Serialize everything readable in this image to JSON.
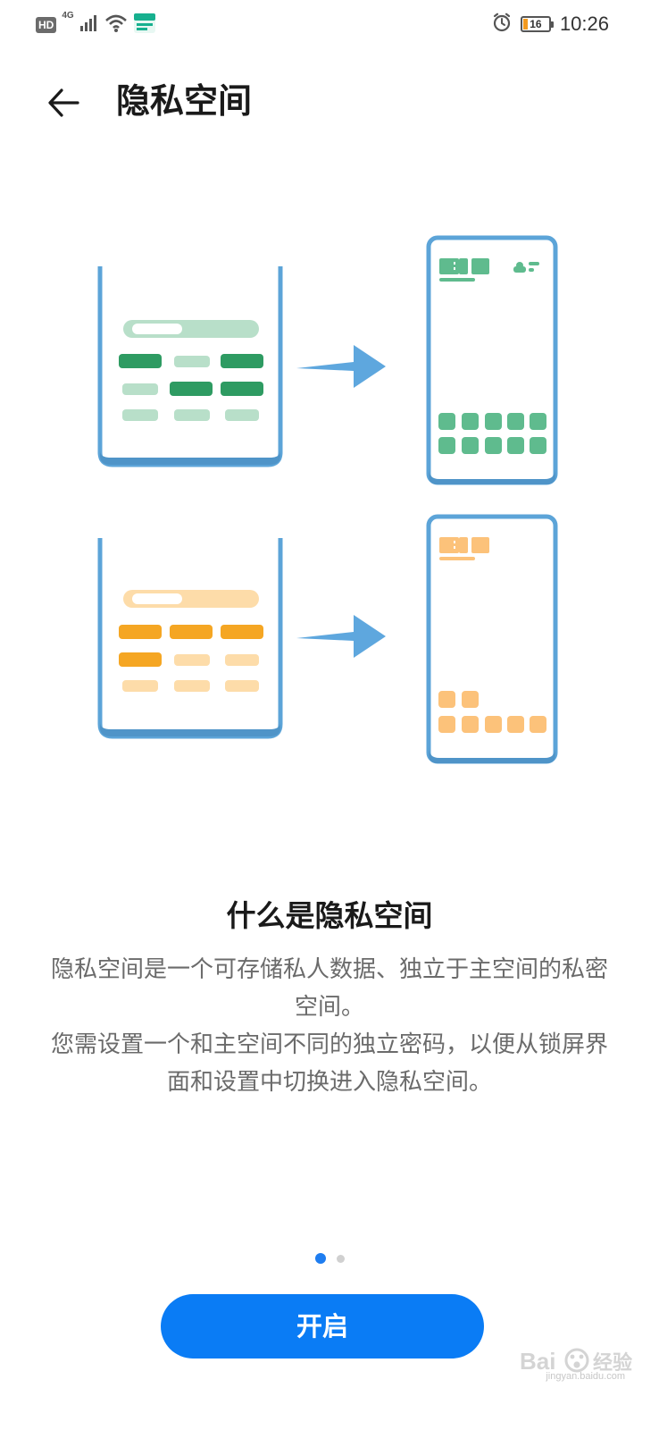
{
  "status_bar": {
    "hd_label": "HD",
    "network_label": "4G",
    "battery_level": "16",
    "time": "10:26",
    "icons": [
      "signal-icon",
      "wifi-icon",
      "app-notification-icon",
      "alarm-icon",
      "battery-icon"
    ]
  },
  "header": {
    "title": "隐私空间",
    "back_icon": "back-arrow-icon"
  },
  "illustration": {
    "green_color": "#2e9b62",
    "green_light": "#b8dfc9",
    "orange_color": "#f5a623",
    "orange_light": "#fddca9",
    "frame_color": "#6aa9d8",
    "arrow_color": "#5ea7de"
  },
  "info": {
    "title": "什么是隐私空间",
    "description": [
      "隐私空间是一个可存储私人数据、独立于主空间的私密空间。",
      "您需设置一个和主空间不同的独立密码，以便从锁屏界面和设置中切换进入隐私空间。"
    ]
  },
  "pagination": {
    "current_page": 1,
    "total_pages": 2
  },
  "actions": {
    "primary_label": "开启"
  },
  "watermark": {
    "logo_text": "Bai 经验",
    "url_text": "jingyan.baidu.com"
  }
}
